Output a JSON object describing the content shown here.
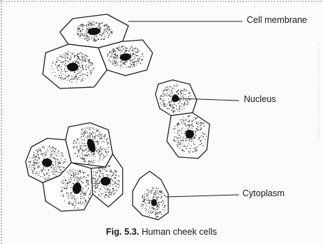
{
  "labels": {
    "cell_membrane": "Cell membrane",
    "nucleus": "Nucleus",
    "cytoplasm": "Cytoplasm"
  },
  "caption": {
    "figure_number": "Fig. 5.3.",
    "text": "Human cheek cells"
  }
}
